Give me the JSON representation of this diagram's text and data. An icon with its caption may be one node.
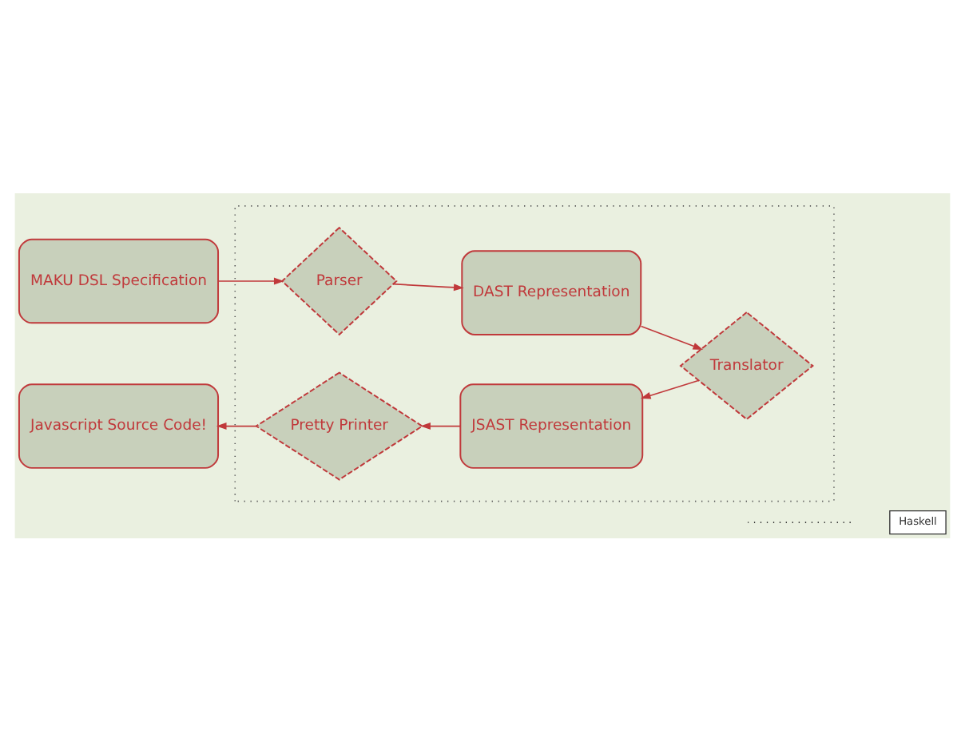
{
  "diagram": {
    "nodes": [
      {
        "text": [
          "MAKU DSL Specification"
        ]
      },
      {
        "text": [],
        "shape": "box"
      },
      {
        "text": [
          "Parser"
        ],
        "in": 1
      },
      {
        "text": [
          "DAST Representation"
        ],
        "in": 1
      },
      {
        "text": [
          "Translator"
        ],
        "in": 1
      },
      {
        "text": [
          "JSAST Representation"
        ],
        "in": 1
      },
      {
        "text": [
          "Pretty Printer"
        ],
        "in": 1
      },
      {
        "text": [
          "Javascript Source Code!"
        ]
      }
    ],
    "edges": [
      {
        "from": 0,
        "to": 2,
        "arrow": "to"
      },
      {
        "from": 2,
        "to": 3,
        "arrow": "to"
      },
      {
        "from": 3,
        "to": 4,
        "arrow": "to"
      },
      {
        "from": 4,
        "to": 5,
        "arrow": "to"
      },
      {
        "from": 5,
        "to": 6,
        "arrow": "to"
      },
      {
        "from": 6,
        "to": 7,
        "arrow": "to"
      }
    ],
    "legend": [
      {
        "text": "Haskell"
      }
    ]
  }
}
